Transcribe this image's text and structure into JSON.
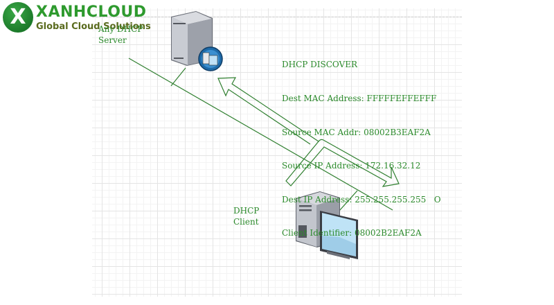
{
  "logo": {
    "icon": "x-logo-icon",
    "brand": "XANHCLOUD",
    "tagline": "Global Cloud Solutions"
  },
  "server": {
    "label_line1": "Any DHCP",
    "label_line2": "Server",
    "icon": "dhcp-server-icon"
  },
  "client": {
    "label_line1": "DHCP",
    "label_line2": "Client",
    "icon": "client-computer-icon"
  },
  "packet": {
    "title": "DHCP DISCOVER",
    "fields": [
      {
        "label": "Dest MAC Address:",
        "value": "FFFFFEFFEFFF"
      },
      {
        "label": "Source MAC Addr:",
        "value": "08002B3EAF2A"
      },
      {
        "label": "Source IP Address:",
        "value": "172.16.32.12"
      },
      {
        "label": "Dest IP Address:",
        "value": "255.255.255.255   O"
      },
      {
        "label": "Client Identifier:",
        "value": "08002B2EAF2A"
      }
    ]
  },
  "colors": {
    "accent": "#2b8a2b",
    "line": "#2f7f2f"
  }
}
